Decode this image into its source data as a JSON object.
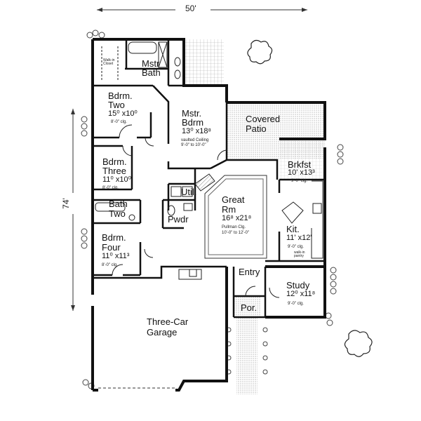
{
  "overall": {
    "width": "50'",
    "depth": "74'"
  },
  "rooms": {
    "walk_in_closet": "Walk-in Closet",
    "mstr_bath": "Mstr Bath",
    "bdrm_two": {
      "name_line1": "Bdrm.",
      "name_line2": "Two",
      "size": "15⁰ x10⁰",
      "note": "8'-0\" clg."
    },
    "mstr_bdrm": {
      "name_line1": "Mstr.",
      "name_line2": "Bdrm",
      "size": "13⁰ x18⁸",
      "note_line1": "vaulted Ceiling",
      "note_line2": "9'-0\" to 10'-0\""
    },
    "covered_patio": {
      "name_line1": "Covered",
      "name_line2": "Patio"
    },
    "bdrm_three": {
      "name_line1": "Bdrm.",
      "name_line2": "Three",
      "size": "11⁰ x10⁰",
      "note": "8'-0\" clg."
    },
    "brkfst": {
      "name": "Brkfst",
      "size": "10' x13³",
      "note": "9'-0\" clg."
    },
    "util": "Util.",
    "great_rm": {
      "name_line1": "Great",
      "name_line2": "Rm",
      "size": "16⁸ x21⁸",
      "note_line1": "Pullman Clg.",
      "note_line2": "10'-0\" to 12'-0\""
    },
    "bath_two": {
      "name_line1": "Bath",
      "name_line2": "Two"
    },
    "pwdr": "Pwdr",
    "kit": {
      "name": "Kit.",
      "size": "11' x12'",
      "note": "9'-0\" clg.",
      "pantry": "walk-in pantry"
    },
    "bdrm_four": {
      "name_line1": "Bdrm.",
      "name_line2": "Four",
      "size": "11⁰ x11³",
      "note": "8'-0\" clg."
    },
    "entry": "Entry",
    "study": {
      "name": "Study",
      "size": "12⁰ x11⁸",
      "note": "9'-0\" clg."
    },
    "por": "Por.",
    "garage": {
      "name_line1": "Three-Car",
      "name_line2": "Garage"
    }
  }
}
